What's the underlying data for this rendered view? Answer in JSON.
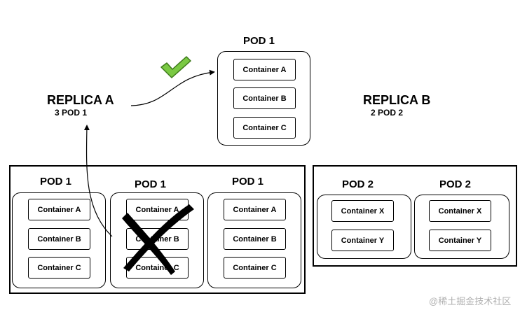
{
  "replicas": {
    "a": {
      "title": "REPLICA A",
      "subtitle": "3 POD 1"
    },
    "b": {
      "title": "REPLICA B",
      "subtitle": "2 POD 2"
    }
  },
  "top_pod": {
    "title": "POD 1",
    "containers": [
      "Container A",
      "Container B",
      "Container C"
    ]
  },
  "group_a": {
    "pods": [
      {
        "title": "POD 1",
        "containers": [
          "Container A",
          "Container B",
          "Container C"
        ]
      },
      {
        "title": "POD 1",
        "containers": [
          "Container A",
          "Container B",
          "Container C"
        ]
      },
      {
        "title": "POD 1",
        "containers": [
          "Container A",
          "Container B",
          "Container C"
        ]
      }
    ]
  },
  "group_b": {
    "pods": [
      {
        "title": "POD 2",
        "containers": [
          "Container X",
          "Container Y"
        ]
      },
      {
        "title": "POD 2",
        "containers": [
          "Container X",
          "Container Y"
        ]
      }
    ]
  },
  "watermark": "@稀土掘金技术社区",
  "colors": {
    "check": "#7ac943",
    "check_stroke": "#3d7a1a"
  }
}
